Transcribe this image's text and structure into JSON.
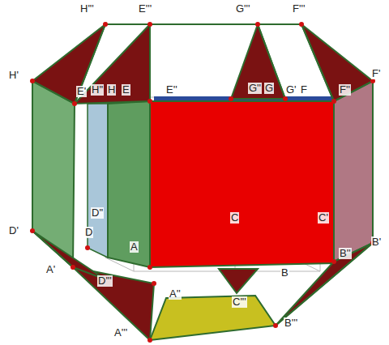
{
  "diagram": {
    "labels": [
      "H'''",
      "E'''",
      "G'''",
      "F'''",
      "H'",
      "E'",
      "H''",
      "H",
      "E",
      "E''",
      "G''",
      "G",
      "G'",
      "F",
      "F''",
      "F'",
      "D'",
      "D''",
      "D",
      "A",
      "C",
      "C'",
      "B'",
      "B''",
      "B",
      "A'",
      "D'''",
      "A''",
      "C'''",
      "A'''",
      "B'''"
    ]
  }
}
